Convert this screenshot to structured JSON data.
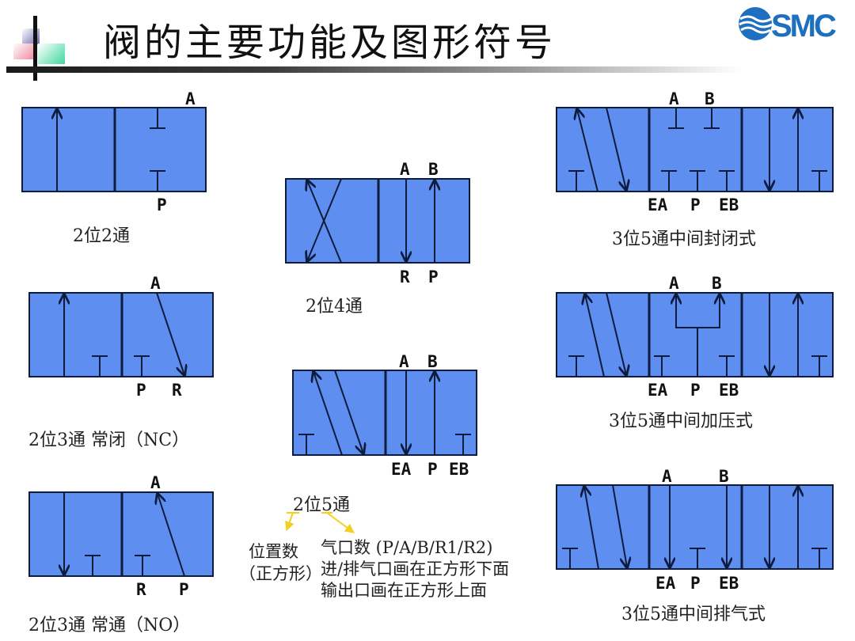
{
  "header": {
    "title": "阀的主要功能及图形符号",
    "logo_text": "SMC",
    "logo_color": "#1e6fc0"
  },
  "colors": {
    "valve_fill": "#5e8ef0",
    "valve_stroke": "#0d1b3d",
    "callout_arrow": "#f0d020"
  },
  "valves": [
    {
      "id": "2-2",
      "caption": "2位2通",
      "ports_top": [
        "A"
      ],
      "ports_bottom": [
        "P"
      ]
    },
    {
      "id": "2-3-nc",
      "caption": "2位3通 常闭（NC）",
      "ports_top": [
        "A"
      ],
      "ports_bottom": [
        "P",
        "R"
      ]
    },
    {
      "id": "2-3-no",
      "caption": "2位3通 常通（NO）",
      "ports_top": [
        "A"
      ],
      "ports_bottom": [
        "R",
        "P"
      ]
    },
    {
      "id": "2-4",
      "caption": "2位4通",
      "ports_top": [
        "A",
        "B"
      ],
      "ports_bottom": [
        "R",
        "P"
      ]
    },
    {
      "id": "2-5",
      "caption": "2位5通",
      "ports_top": [
        "A",
        "B"
      ],
      "ports_bottom": [
        "EA",
        "P",
        "EB"
      ]
    },
    {
      "id": "3-5-closed",
      "caption": "3位5通中间封闭式",
      "ports_top": [
        "A",
        "B"
      ],
      "ports_bottom": [
        "EA",
        "P",
        "EB"
      ]
    },
    {
      "id": "3-5-pressure",
      "caption": "3位5通中间加压式",
      "ports_top": [
        "A",
        "B"
      ],
      "ports_bottom": [
        "EA",
        "P",
        "EB"
      ]
    },
    {
      "id": "3-5-exhaust",
      "caption": "3位5通中间排气式",
      "ports_top": [
        "A",
        "B"
      ],
      "ports_bottom": [
        "EA",
        "P",
        "EB"
      ]
    }
  ],
  "legend": {
    "example": "2位5通",
    "positions_label": "位置数",
    "positions_sub": "（正方形）",
    "ports_line1": "气口数 (P/A/B/R1/R2)",
    "ports_line2": "进/排气口画在正方形下面",
    "ports_line3": "输出口画在正方形上面"
  }
}
